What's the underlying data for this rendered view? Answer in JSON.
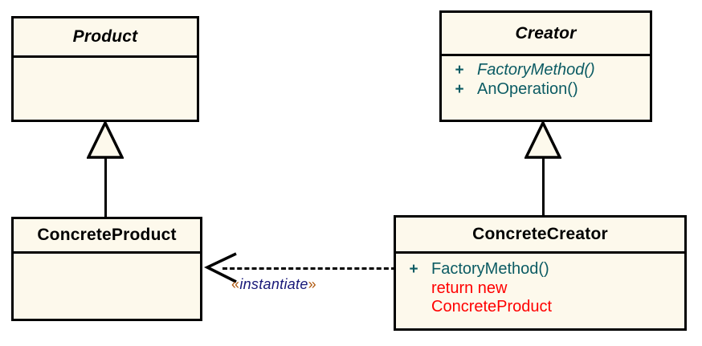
{
  "diagram": {
    "title": "Factory Method pattern UML class diagram",
    "colors": {
      "class_fill": "#FDF9EC",
      "border": "#000000",
      "member_text": "#0B5B63",
      "code_text": "#FF0000",
      "stereotype_text": "#181878",
      "guillemet": "#B05A10",
      "background": "#FFFFFF"
    },
    "classes": [
      {
        "id": "product",
        "name": "Product",
        "abstract": true,
        "members": []
      },
      {
        "id": "creator",
        "name": "Creator",
        "abstract": true,
        "members": [
          {
            "visibility": "+",
            "name": "FactoryMethod()",
            "abstract": true
          },
          {
            "visibility": "+",
            "name": "AnOperation()",
            "abstract": false
          }
        ]
      },
      {
        "id": "concrete-product",
        "name": "ConcreteProduct",
        "abstract": false,
        "members": []
      },
      {
        "id": "concrete-creator",
        "name": "ConcreteCreator",
        "abstract": false,
        "members": [
          {
            "visibility": "+",
            "name": "FactoryMethod()",
            "abstract": false
          },
          {
            "visibility": "",
            "name": "return new",
            "code": true
          },
          {
            "visibility": "",
            "name": "ConcreteProduct",
            "code": true
          }
        ]
      }
    ],
    "relations": [
      {
        "id": "product-generalization",
        "type": "generalization",
        "from": "ConcreteProduct",
        "to": "Product",
        "label": ""
      },
      {
        "id": "creator-generalization",
        "type": "generalization",
        "from": "ConcreteCreator",
        "to": "Creator",
        "label": ""
      },
      {
        "id": "instantiate-dependency",
        "type": "dependency",
        "from": "ConcreteCreator",
        "to": "ConcreteProduct",
        "label": "«instantiate»",
        "label_open": "«",
        "label_text": "instantiate",
        "label_close": "»"
      }
    ]
  },
  "chart_data": {
    "type": "table",
    "title": "Factory Method pattern UML class diagram",
    "categories": [
      "Product",
      "Creator",
      "ConcreteProduct",
      "ConcreteCreator"
    ],
    "values": [
      0,
      2,
      0,
      3
    ]
  }
}
